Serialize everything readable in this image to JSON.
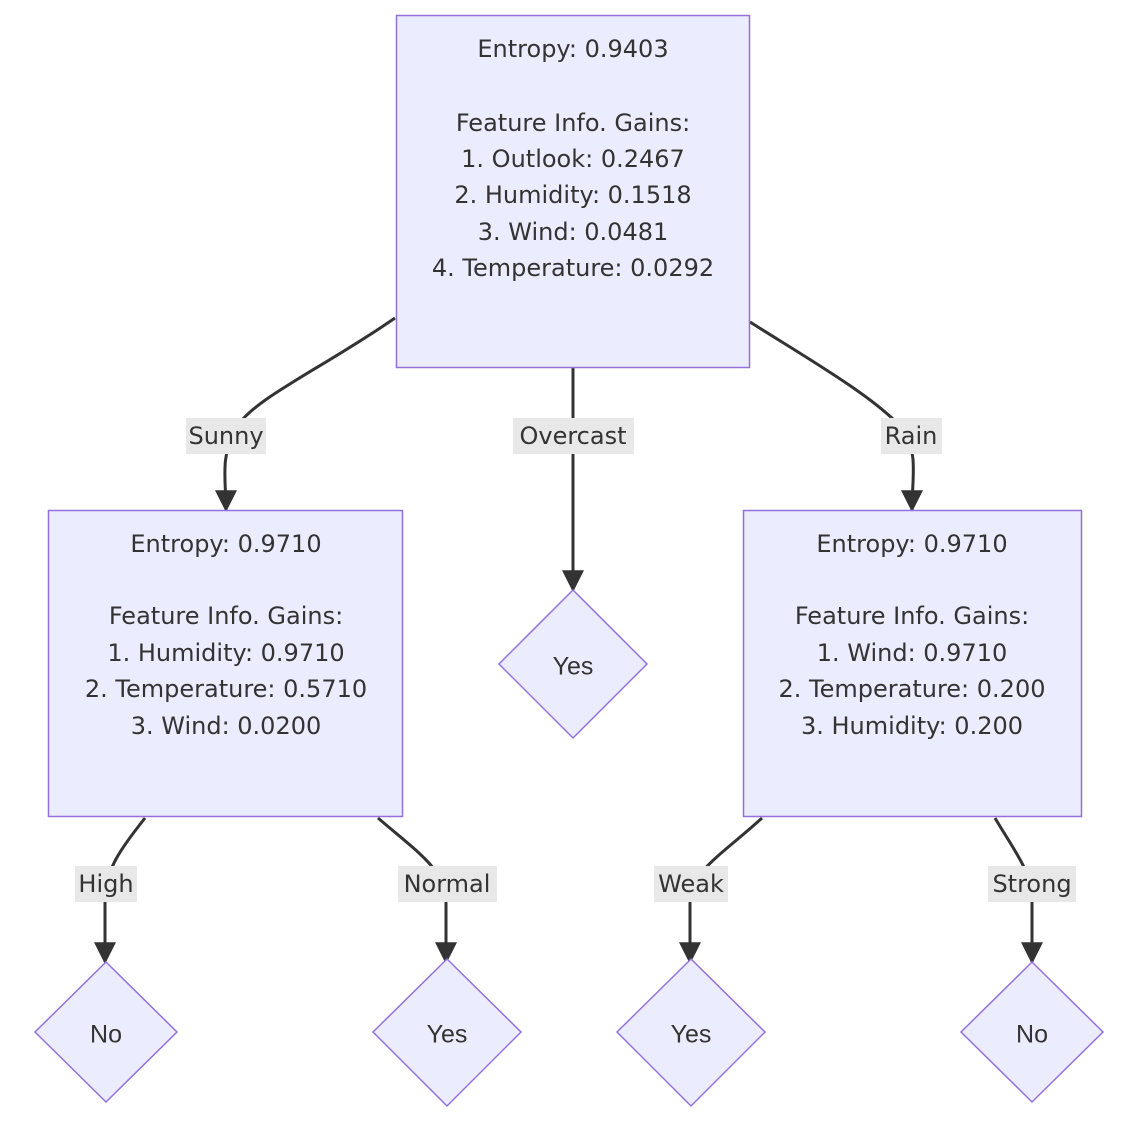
{
  "root": {
    "entropy": "Entropy: 0.9403",
    "gains_title": "Feature Info. Gains:",
    "gains": [
      "1. Outlook: 0.2467",
      "2. Humidity: 0.1518",
      "3. Wind: 0.0481",
      "4. Temperature: 0.0292"
    ]
  },
  "sunny_node": {
    "entropy": "Entropy: 0.9710",
    "gains_title": "Feature Info. Gains:",
    "gains": [
      "1. Humidity: 0.9710",
      "2. Temperature: 0.5710",
      "3. Wind: 0.0200"
    ]
  },
  "rain_node": {
    "entropy": "Entropy: 0.9710",
    "gains_title": "Feature Info. Gains:",
    "gains": [
      "1. Wind: 0.9710",
      "2. Temperature: 0.200",
      "3. Humidity: 0.200"
    ]
  },
  "edges": {
    "sunny": "Sunny",
    "overcast": "Overcast",
    "rain": "Rain",
    "high": "High",
    "normal": "Normal",
    "weak": "Weak",
    "strong": "Strong"
  },
  "leaves": {
    "overcast": "Yes",
    "high": "No",
    "normal": "Yes",
    "weak": "Yes",
    "strong": "No"
  },
  "colors": {
    "node_fill": "#ececff",
    "node_border": "#9370db",
    "edge_line": "#333333",
    "edge_label_bg": "#e8e8e8"
  }
}
